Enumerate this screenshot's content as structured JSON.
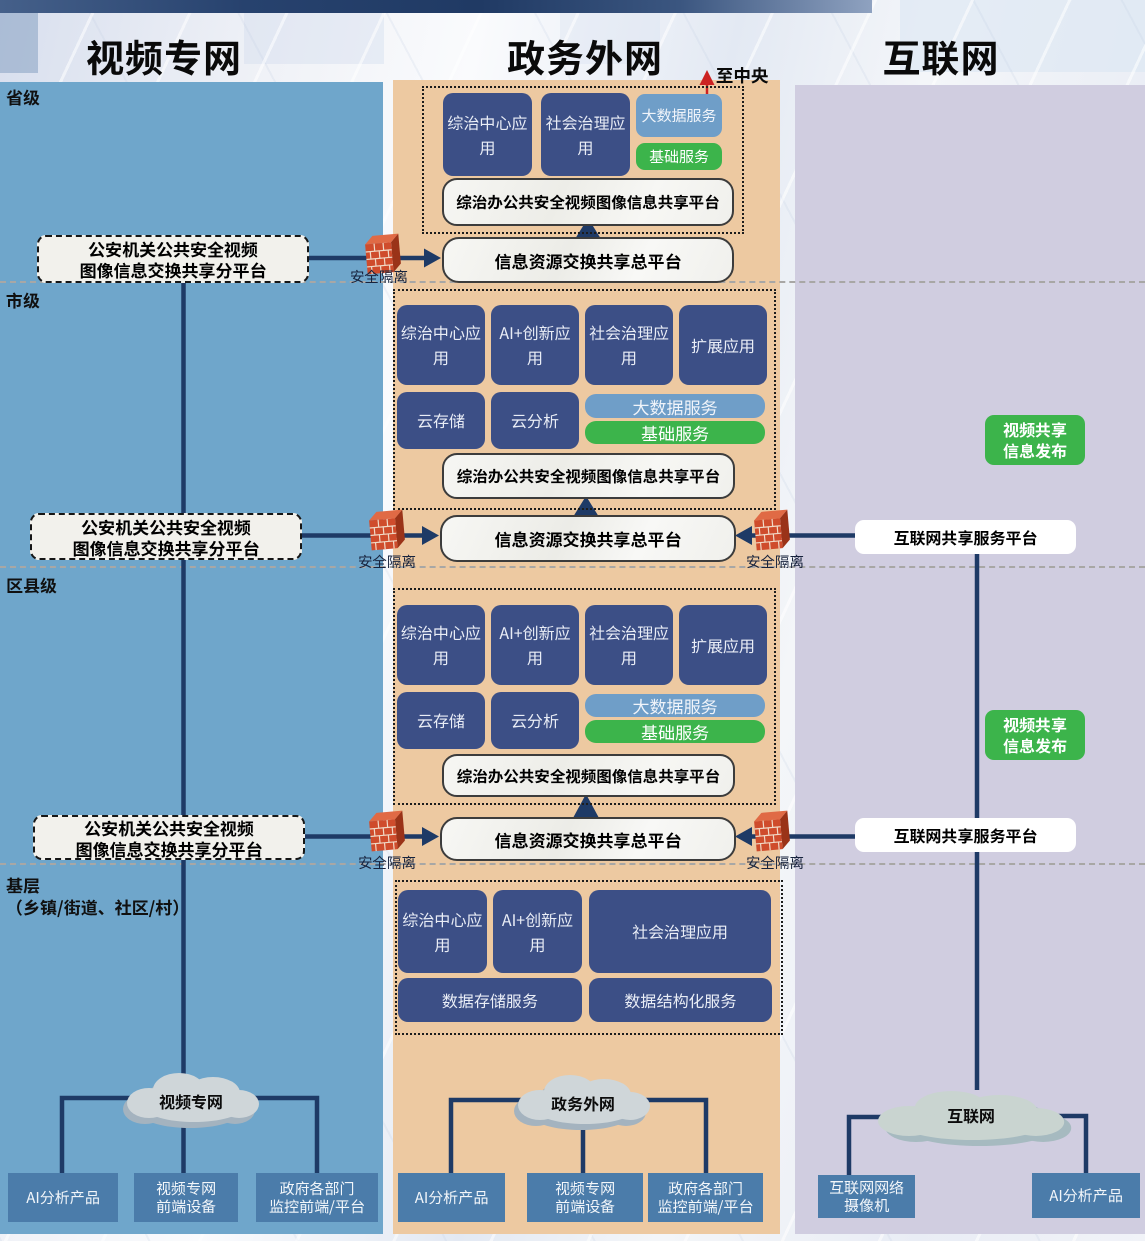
{
  "headers": {
    "video": "视频专网",
    "gov": "政务外网",
    "internet": "互联网"
  },
  "levels": {
    "province": "省级",
    "city": "市级",
    "county": "区县级",
    "grassroots": "基层",
    "grassroots_sub": "（乡镇/街道、社区/村）"
  },
  "annotations": {
    "to_central": "至中央",
    "security_isolation": "安全隔离"
  },
  "video_column": {
    "police_platform": "公安机关公共安全视频\n图像信息交换共享分平台",
    "cloud": "视频专网",
    "devices": [
      "AI分析产品",
      "视频专网\n前端设备",
      "政府各部门\n监控前端/平台"
    ]
  },
  "gov_column": {
    "cloud": "政务外网",
    "province": {
      "apps": [
        "综治中心应用",
        "社会治理应用"
      ],
      "services": [
        "大数据服务",
        "基础服务"
      ],
      "platform": "综治办公共安全视频图像信息共享平台",
      "exchange": "信息资源交换共享总平台"
    },
    "city": {
      "apps": [
        "综治中心应用",
        "AI+创新应用",
        "社会治理应用",
        "扩展应用"
      ],
      "cloud_infra": [
        "云存储",
        "云分析"
      ],
      "services": [
        "大数据服务",
        "基础服务"
      ],
      "platform": "综治办公共安全视频图像信息共享平台",
      "exchange": "信息资源交换共享总平台"
    },
    "county": {
      "apps": [
        "综治中心应用",
        "AI+创新应用",
        "社会治理应用",
        "扩展应用"
      ],
      "cloud_infra": [
        "云存储",
        "云分析"
      ],
      "services": [
        "大数据服务",
        "基础服务"
      ],
      "platform": "综治办公共安全视频图像信息共享平台",
      "exchange": "信息资源交换共享总平台"
    },
    "grassroots": {
      "apps": [
        "综治中心应用",
        "AI+创新应用",
        "社会治理应用"
      ],
      "data_services": [
        "数据存储服务",
        "数据结构化服务"
      ]
    },
    "devices": [
      "AI分析产品",
      "视频专网\n前端设备",
      "政府各部门\n监控前端/平台"
    ]
  },
  "internet_column": {
    "publish": "视频共享\n信息发布",
    "platform": "互联网共享服务平台",
    "cloud": "互联网",
    "devices": [
      "互联网网络\n摄像机",
      "AI分析产品"
    ]
  },
  "colors": {
    "video_bg": "#6fa6cb",
    "gov_bg": "#edc9a1",
    "internet_bg": "#d0cde0",
    "app_box": "#3c4f86",
    "bigdata_service": "#6f9ec8",
    "basic_service": "#3cb44b",
    "device_box": "#4b7caa",
    "connector": "#1e3a66",
    "firewall": "#cf4c2c",
    "to_central_arrow": "#cc2222"
  }
}
